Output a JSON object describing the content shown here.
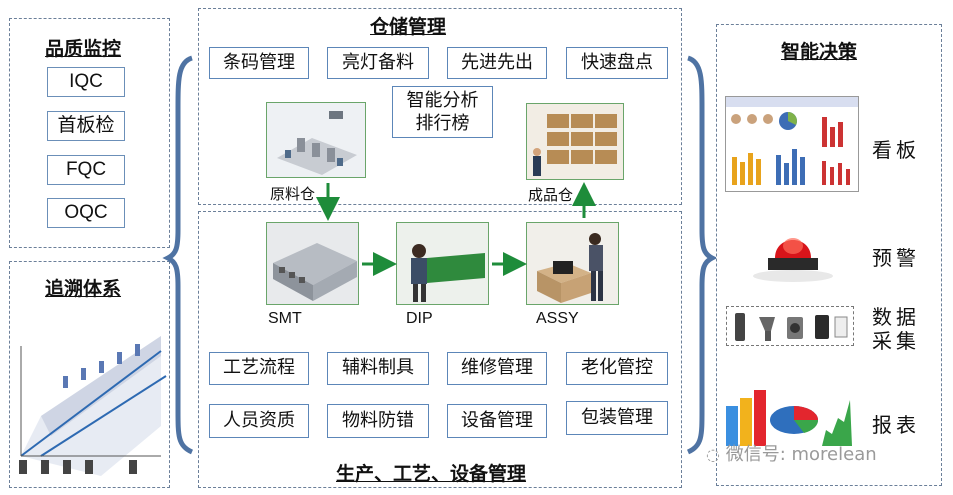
{
  "quality": {
    "title": "品质监控",
    "items": [
      "IQC",
      "首板检",
      "FQC",
      "OQC"
    ]
  },
  "trace": {
    "title": "追溯体系"
  },
  "warehouse": {
    "title": "仓储管理",
    "features": [
      "条码管理",
      "亮灯备料",
      "先进先出",
      "快速盘点"
    ],
    "analysis": "智能分析\n排行榜",
    "raw_label": "原料仓",
    "finished_label": "成品仓"
  },
  "production": {
    "title": "生产、工艺、设备管理",
    "stations": [
      "SMT",
      "DIP",
      "ASSY"
    ],
    "features_row1": [
      "工艺流程",
      "辅料制具",
      "维修管理",
      "老化管控"
    ],
    "features_row2": [
      "人员资质",
      "物料防错",
      "设备管理",
      "包装管理"
    ]
  },
  "decision": {
    "title": "智能决策",
    "items": [
      {
        "label": "看板",
        "icon": "kanban-dashboard-icon"
      },
      {
        "label": "预警",
        "icon": "alarm-siren-icon"
      },
      {
        "label": "数据\n采集",
        "icon": "data-collection-devices-icon"
      },
      {
        "label": "报表",
        "icon": "report-chart-icon"
      }
    ]
  },
  "watermark": "微信号: morelean",
  "colors": {
    "panel_border": "#6b7f99",
    "box_border": "#5c86b8",
    "arrow": "#1e8c3a",
    "brace": "#4f73a3"
  }
}
